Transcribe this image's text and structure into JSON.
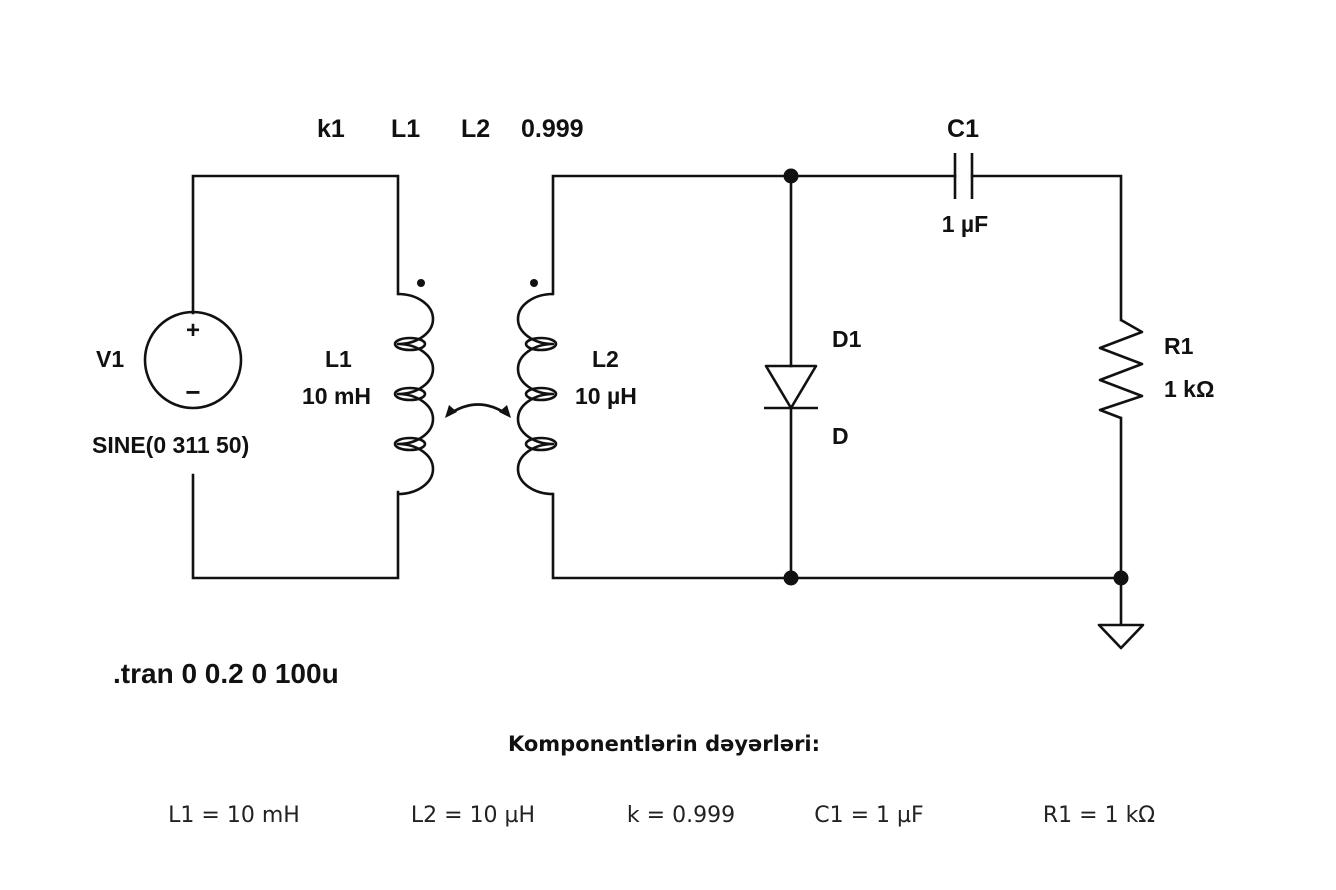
{
  "directive": {
    "k_name": "k1",
    "l_primary": "L1",
    "l_secondary": "L2",
    "k_value": "0.999"
  },
  "components": {
    "v1": {
      "name": "V1",
      "value": "SINE(0 311 50)",
      "plus": "+",
      "minus": "−"
    },
    "l1": {
      "name": "L1",
      "value": "10 mH"
    },
    "l2": {
      "name": "L2",
      "value": "10 µH"
    },
    "c1": {
      "name": "C1",
      "value": "1 µF"
    },
    "d1": {
      "name": "D1",
      "value": "D"
    },
    "r1": {
      "name": "R1",
      "value": "1 kΩ"
    }
  },
  "simulation": {
    "command": ".tran 0 0.2 0 100u"
  },
  "values_panel": {
    "title": "Komponentlərin dəyərləri:",
    "items": [
      "L1 = 10 mH",
      "L2 = 10 µH",
      "k = 0.999",
      "C1 = 1 µF",
      "R1 = 1 kΩ"
    ]
  }
}
